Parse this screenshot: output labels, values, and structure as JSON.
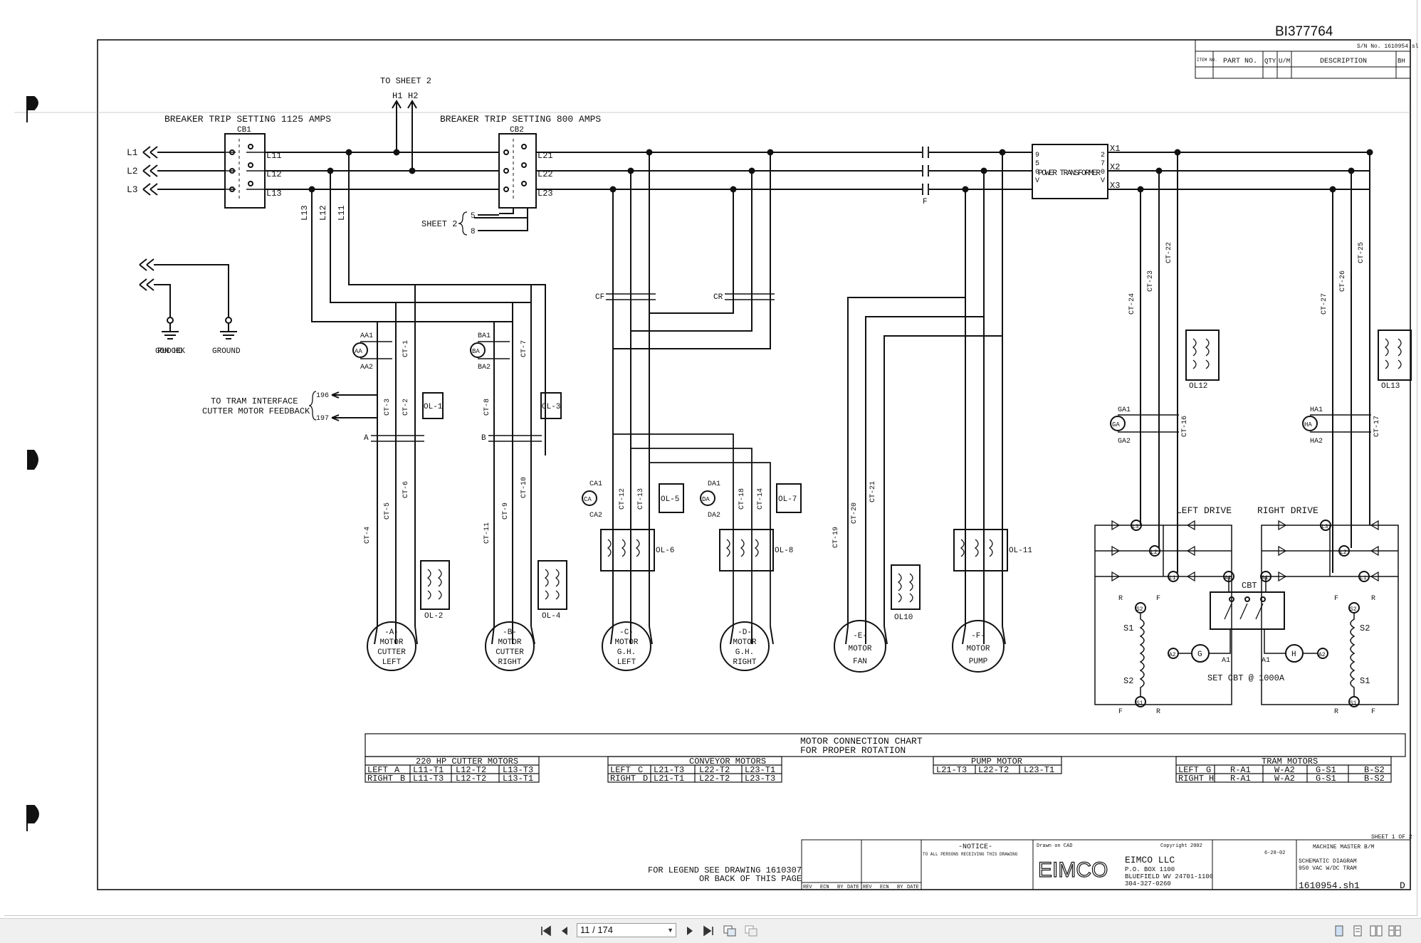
{
  "document": {
    "id": "BI377764",
    "page_current": "11",
    "page_total": "174",
    "page_display": "11 / 174"
  },
  "diagram": {
    "lines": [
      "L1",
      "L2",
      "L3"
    ],
    "to_sheet2": "TO SHEET 2",
    "h1": "H1",
    "h2": "H2",
    "cb1_label": "BREAKER TRIP SETTING 1125 AMPS",
    "cb1": "CB1",
    "cb1_out": [
      "L11",
      "L12",
      "L13"
    ],
    "cb2_label": "BREAKER TRIP SETTING 800 AMPS",
    "cb2": "CB2",
    "cb2_out": [
      "L21",
      "L22",
      "L23"
    ],
    "sheet2_ref": "SHEET 2",
    "sheet2_pins": [
      "5",
      "8"
    ],
    "vert_labels": [
      "L13",
      "L12",
      "L11"
    ],
    "transformer": "POWER TRANSFORMER",
    "transformer_pins_left": [
      "9",
      "5",
      "0",
      "V"
    ],
    "transformer_pins_right": [
      "2",
      "7",
      "0",
      "V"
    ],
    "x_outputs": [
      "X1",
      "X2",
      "X3"
    ],
    "fuse_f": "F",
    "ground_check": "GROUND CHECK",
    "ground": "GROUND",
    "tram_interface": "TO TRAM INTERFACE",
    "cutter_feedback": "CUTTER MOTOR FEEDBACK",
    "feedback_pins": [
      "196",
      "197"
    ],
    "cf": "CF",
    "cr": "CR",
    "motors": [
      {
        "letter": "-A-",
        "line1": "MOTOR",
        "line2": "CUTTER",
        "line3": "LEFT"
      },
      {
        "letter": "-B-",
        "line1": "MOTOR",
        "line2": "CUTTER",
        "line3": "RIGHT"
      },
      {
        "letter": "-C-",
        "line1": "MOTOR",
        "line2": "G.H.",
        "line3": "LEFT"
      },
      {
        "letter": "-D-",
        "line1": "MOTOR",
        "line2": "G.H.",
        "line3": "RIGHT"
      },
      {
        "letter": "-E-",
        "line1": "MOTOR",
        "line2": "FAN",
        "line3": ""
      },
      {
        "letter": "-F-",
        "line1": "MOTOR",
        "line2": "PUMP",
        "line3": ""
      }
    ],
    "contactors": [
      "A",
      "B"
    ],
    "ammeters": [
      "AA",
      "BA",
      "CA",
      "DA",
      "GA",
      "HA"
    ],
    "ammeter_pins": [
      "AA1",
      "AA2",
      "BA1",
      "BA2",
      "CA1",
      "CA2",
      "DA1",
      "DA2",
      "GA1",
      "GA2",
      "HA1",
      "HA2"
    ],
    "cts": [
      "CT-1",
      "CT-2",
      "CT-3",
      "CT-4",
      "CT-5",
      "CT-6",
      "CT-7",
      "CT-8",
      "CT-9",
      "CT-10",
      "CT-11",
      "CT-12",
      "CT-13",
      "CT-14",
      "CT-18",
      "CT-19",
      "CT-20",
      "CT-21",
      "CT-22",
      "CT-23",
      "CT-24",
      "CT-25",
      "CT-26",
      "CT-27",
      "CT-16",
      "CT-17"
    ],
    "overloads": [
      "OL-1",
      "OL-2",
      "OL-3",
      "OL-4",
      "OL-5",
      "OL-6",
      "OL-7",
      "OL-8",
      "OL10",
      "OL-11",
      "OL12",
      "OL13"
    ],
    "left_drive": "LEFT DRIVE",
    "right_drive": "RIGHT DRIVE",
    "drive_nodes": [
      "L3",
      "L2",
      "L1",
      "A1",
      "A2",
      "S1",
      "S2",
      "R",
      "F"
    ],
    "cbt": "CBT",
    "g": "G",
    "h": "H",
    "set_cbt": "SET CBT @ 1000A"
  },
  "chart": {
    "title1": "MOTOR CONNECTION CHART",
    "title2": "FOR PROPER ROTATION",
    "cutter": {
      "header": "220 HP CUTTER MOTORS",
      "rows": [
        [
          "LEFT",
          "A",
          "L11-T1",
          "L12-T2",
          "L13-T3"
        ],
        [
          "RIGHT",
          "B",
          "L11-T3",
          "L12-T2",
          "L13-T1"
        ]
      ]
    },
    "conveyor": {
      "header": "CONVEYOR MOTORS",
      "rows": [
        [
          "LEFT",
          "C",
          "L21-T3",
          "L22-T2",
          "L23-T1"
        ],
        [
          "RIGHT",
          "D",
          "L21-T1",
          "L22-T2",
          "L23-T3"
        ]
      ]
    },
    "pump": {
      "header": "PUMP MOTOR",
      "rows": [
        [
          "L21-T3",
          "L22-T2",
          "L23-T1"
        ]
      ]
    },
    "tram": {
      "header": "TRAM MOTORS",
      "rows": [
        [
          "LEFT",
          "G",
          "R-A1",
          "W-A2",
          "G-S1",
          "B-S2"
        ],
        [
          "RIGHT",
          "H",
          "R-A1",
          "W-A2",
          "G-S1",
          "B-S2"
        ]
      ]
    }
  },
  "legend": {
    "line1": "FOR LEGEND SEE DRAWING 1610307",
    "line2": "OR BACK OF THIS PAGE"
  },
  "titleblock": {
    "rev_cols": [
      "REV",
      "ECN",
      "BY",
      "DATE",
      "REV",
      "ECN",
      "BY",
      "DATE"
    ],
    "notice_title": "-NOTICE-",
    "notice_text": "TO ALL PERSONS RECEIVING THIS DRAWING",
    "drawn_on": "Drawn on CAD",
    "copyright": "Copyright 2002",
    "company_logo": "EIMCO",
    "company": "EIMCO LLC",
    "address1": "P.O. BOX 1100",
    "address2": "BLUEFIELD WV 24701-1100",
    "phone": "304-327-0260",
    "sheet": "SHEET 1 OF 2",
    "next_assy": "MACHINE MASTER B/M",
    "title1": "SCHEMATIC DIAGRAM",
    "title2": "950 VAC W/DC TRAM",
    "dwg_no": "1610954.sh1",
    "size": "D",
    "date": "6-28-02"
  },
  "parts_header": {
    "sn": "S/N No. 1610954.sl",
    "cols": [
      "ITEM NO.",
      "PART NO.",
      "QTY",
      "U/M",
      "DESCRIPTION",
      "BH"
    ]
  }
}
